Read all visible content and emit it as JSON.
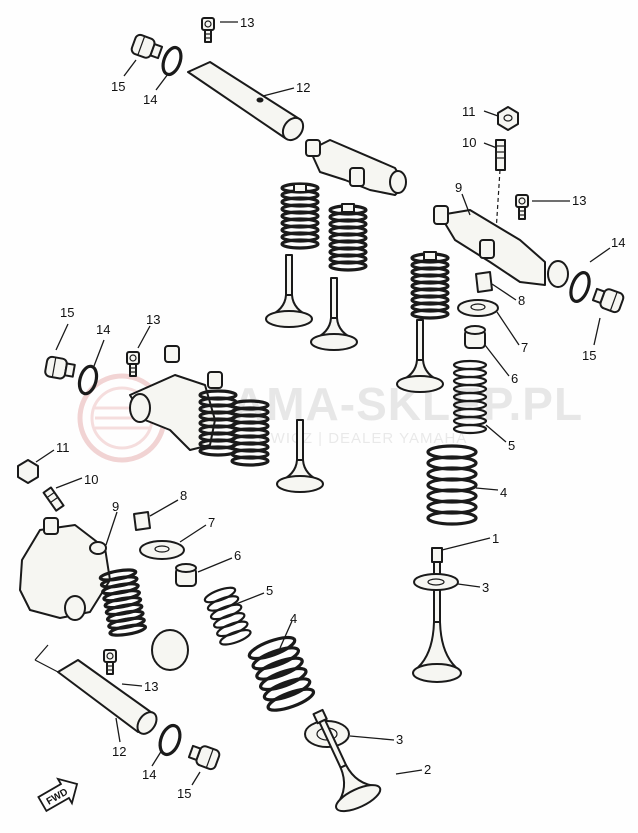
{
  "watermark": {
    "main_text": "AMA-SKLEP.PL",
    "sub_text": "OWICZ | DEALER YAMAHA"
  },
  "fwd_label": "FWD",
  "labels": [
    "13",
    "15",
    "14",
    "12",
    "11",
    "10",
    "9",
    "13",
    "14",
    "15",
    "8",
    "7",
    "6",
    "5",
    "4",
    "1",
    "3",
    "15",
    "14",
    "13",
    "11",
    "10",
    "9",
    "8",
    "7",
    "6",
    "5",
    "4",
    "13",
    "12",
    "3",
    "2",
    "14",
    "15"
  ]
}
